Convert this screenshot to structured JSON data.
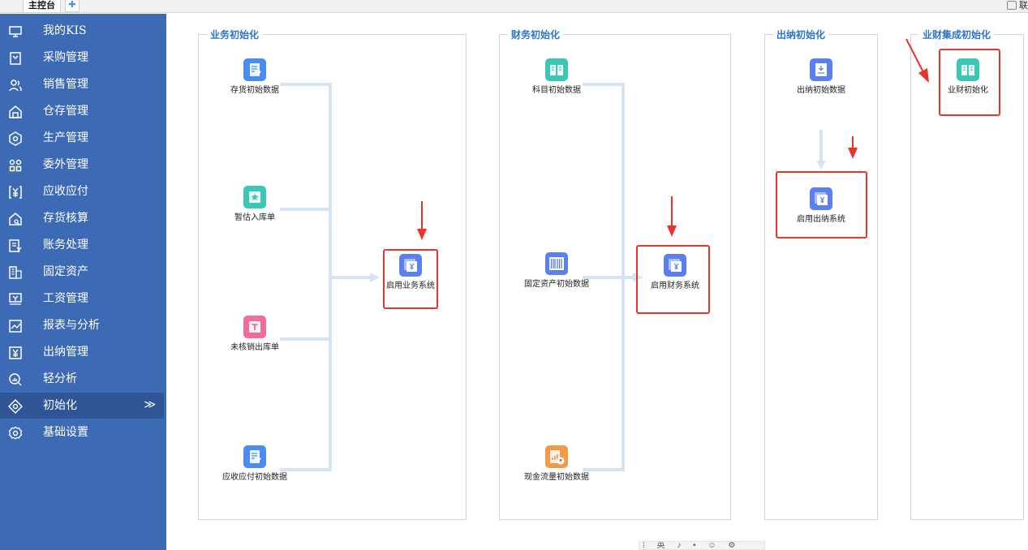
{
  "tabs": {
    "main": "主控台",
    "add": "✚"
  },
  "top_right": {
    "label": "联"
  },
  "sidebar": {
    "items": [
      {
        "label": "我的KIS",
        "icon": "monitor-icon"
      },
      {
        "label": "采购管理",
        "icon": "cart-icon"
      },
      {
        "label": "销售管理",
        "icon": "users-icon"
      },
      {
        "label": "仓存管理",
        "icon": "warehouse-icon"
      },
      {
        "label": "生产管理",
        "icon": "gear-icon"
      },
      {
        "label": "委外管理",
        "icon": "outsource-icon"
      },
      {
        "label": "应收应付",
        "icon": "yen-icon"
      },
      {
        "label": "存货核算",
        "icon": "inventory-icon"
      },
      {
        "label": "账务处理",
        "icon": "ledger-icon"
      },
      {
        "label": "固定资产",
        "icon": "building-icon"
      },
      {
        "label": "工资管理",
        "icon": "salary-icon"
      },
      {
        "label": "报表与分析",
        "icon": "chart-icon"
      },
      {
        "label": "出纳管理",
        "icon": "cashier-icon"
      },
      {
        "label": "轻分析",
        "icon": "analysis-icon"
      },
      {
        "label": "初始化",
        "icon": "init-icon",
        "active": true,
        "chevron": "≫"
      },
      {
        "label": "基础设置",
        "icon": "settings-icon"
      }
    ]
  },
  "sections": {
    "business": {
      "title": "业务初始化",
      "nodes": [
        "存货初始数据",
        "暂估入库单",
        "未核销出库单",
        "应收应付初始数据"
      ],
      "target": "启用业务系统"
    },
    "finance": {
      "title": "财务初始化",
      "nodes": [
        "科目初始数据",
        "固定资产初始数据",
        "现金流量初始数据"
      ],
      "target": "启用财务系统"
    },
    "cashier": {
      "title": "出纳初始化",
      "nodes": [
        "出纳初始数据"
      ],
      "target": "启用出纳系统"
    },
    "integration": {
      "title": "业财集成初始化",
      "nodes": [
        "业财初始化"
      ]
    }
  },
  "bottom_toolbar": {
    "text": "⁞ 英 ♪ • ☺ ⚙"
  },
  "colors": {
    "sidebar_bg": "#3d6ab5",
    "sidebar_active": "#2f5597",
    "section_title": "#2e75c8",
    "connector": "#d5e4f5",
    "highlight": "#e8342b",
    "icon_blue": "#4a8df0",
    "icon_teal": "#3cc7b5",
    "icon_pink": "#f26b9c",
    "icon_orange": "#f29a4a",
    "icon_indigo": "#5b7ff0"
  }
}
